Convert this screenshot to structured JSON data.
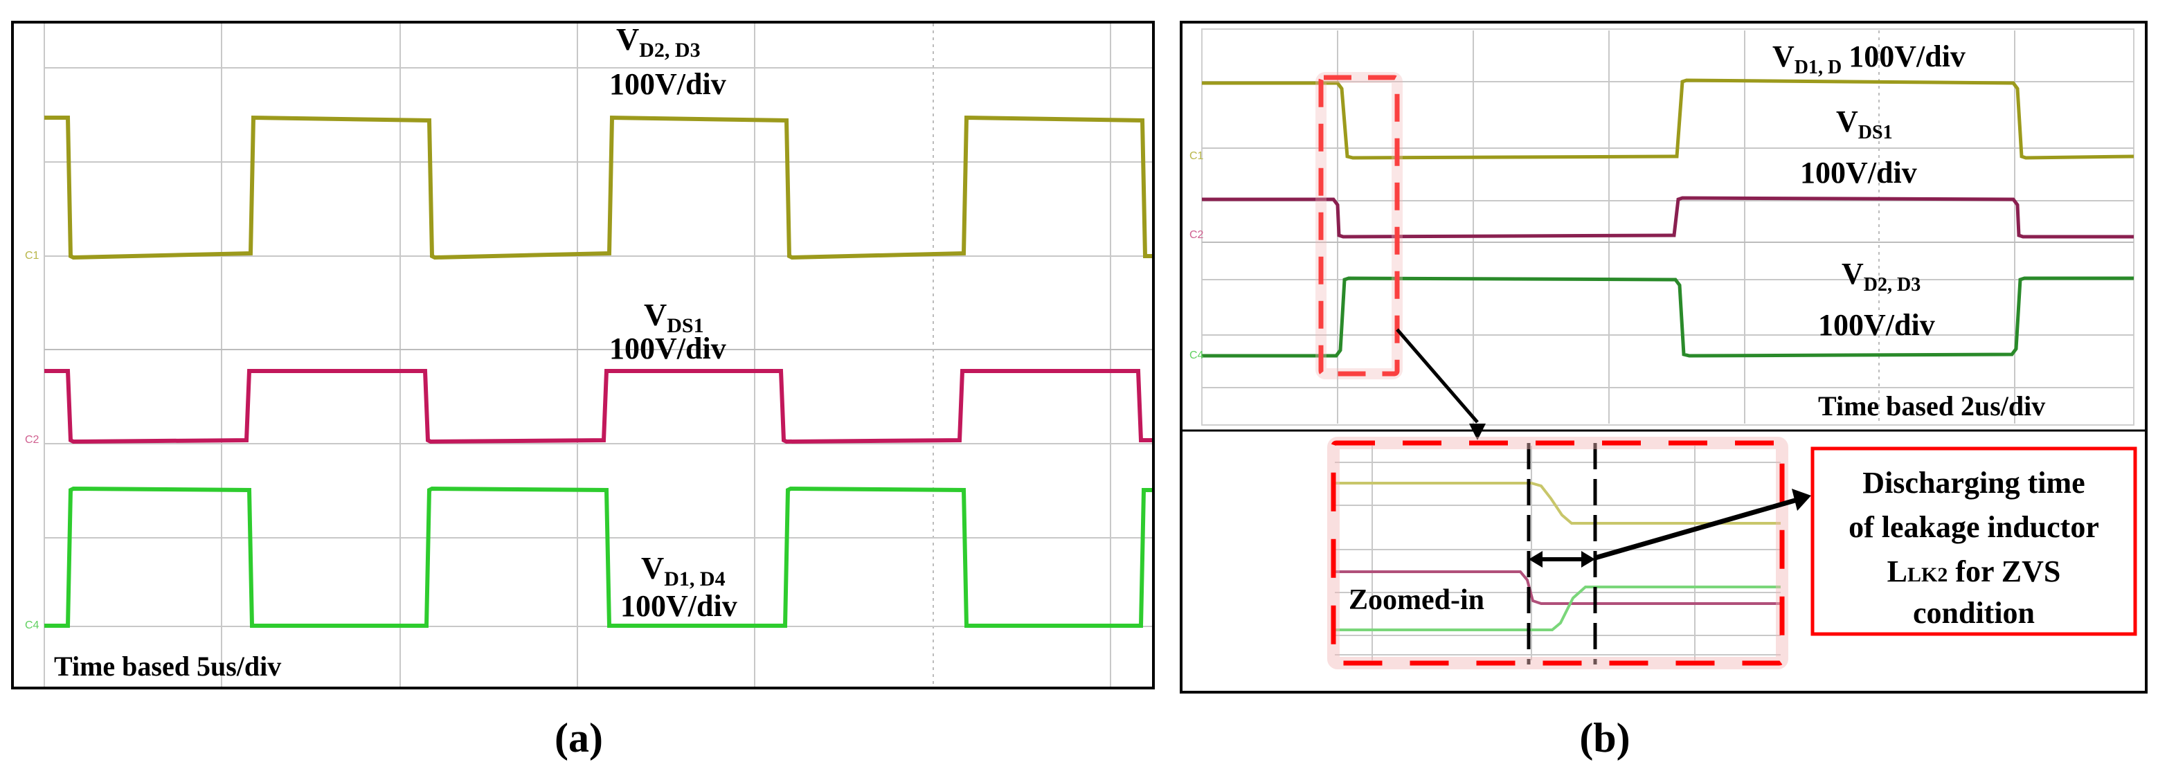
{
  "figure": {
    "panels": [
      {
        "id": "a",
        "caption": "(a)",
        "time_base": "Time based 5us/div",
        "channels": [
          {
            "marker": "C1",
            "name": "V",
            "sub": "D2, D3",
            "scale": "100V/div",
            "color": "#9c9a1c"
          },
          {
            "marker": "C2",
            "name": "V",
            "sub": "DS1",
            "scale": "100V/div",
            "color": "#c2185b"
          },
          {
            "marker": "C4",
            "name": "V",
            "sub": "D1, D4",
            "scale": "100V/div",
            "color": "#2ecc2e"
          }
        ]
      },
      {
        "id": "b",
        "caption": "(b)",
        "time_base": "Time based 2us/div",
        "channels": [
          {
            "marker": "C1",
            "name": "V",
            "sub": "D1, D",
            "scale": "100V/div",
            "color": "#9c9a1c"
          },
          {
            "marker": "C2",
            "name": "V",
            "sub": "DS1",
            "scale": "100V/div",
            "color": "#a0205a"
          },
          {
            "marker": "C4",
            "name": "V",
            "sub": "D2, D3",
            "scale": "100V/div",
            "color": "#2a8a2a"
          }
        ],
        "inset_label": "Zoomed-in",
        "callout": {
          "line1": "Discharging time",
          "line2": "of leakage inductor",
          "line3_main": "L",
          "line3_sub": "LK2",
          "line3_rest": " for ZVS",
          "line4": "condition",
          "border_color": "#ff0000"
        }
      }
    ]
  },
  "chart_data": [
    {
      "type": "line",
      "title": "(a)",
      "xlabel": "Time based 5us/div",
      "ylabel": "100V/div",
      "grid": true,
      "x_divisions": 7,
      "series": [
        {
          "name": "V_D2,D3",
          "scale": "100V/div",
          "shape": "square wave",
          "high_div": 6.0,
          "low_div": 4.6,
          "transitions_x_div": [
            0.15,
            1.2,
            2.2,
            3.2,
            4.2,
            5.2,
            6.2,
            7.0
          ]
        },
        {
          "name": "V_DS1",
          "scale": "100V/div",
          "shape": "square wave",
          "high_div": 3.5,
          "low_div": 2.75,
          "transitions_x_div": [
            0.15,
            1.2,
            2.2,
            3.2,
            4.2,
            5.2,
            6.2,
            7.0
          ]
        },
        {
          "name": "V_D1,D4",
          "scale": "100V/div",
          "shape": "square wave",
          "high_div": 2.1,
          "low_div": 0.7,
          "transitions_x_div": [
            0.15,
            1.2,
            2.2,
            3.2,
            4.2,
            5.2,
            6.2,
            7.0
          ]
        }
      ]
    },
    {
      "type": "line",
      "title": "(b)",
      "xlabel": "Time based 2us/div",
      "ylabel": "100V/div",
      "grid": true,
      "x_divisions": 7,
      "series": [
        {
          "name": "V_D1,D",
          "scale": "100V/div",
          "shape": "square wave",
          "high_div": 6.0,
          "low_div": 4.5,
          "transitions_x_div": [
            1.05,
            3.6,
            6.05
          ]
        },
        {
          "name": "V_DS1",
          "scale": "100V/div",
          "shape": "square wave",
          "high_div": 3.9,
          "low_div": 3.2,
          "transitions_x_div": [
            1.0,
            3.6,
            6.05
          ]
        },
        {
          "name": "V_D2,D3",
          "scale": "100V/div",
          "shape": "square wave",
          "high_div": 2.4,
          "low_div": 0.9,
          "transitions_x_div": [
            1.05,
            3.6,
            6.05
          ]
        }
      ],
      "annotation": "Discharging time of leakage inductor LLK2 for ZVS condition"
    }
  ]
}
